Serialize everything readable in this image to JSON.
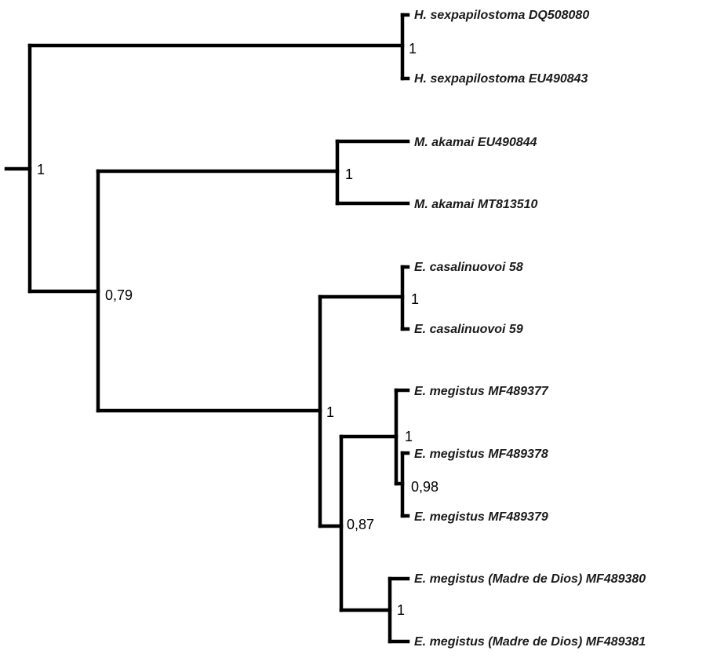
{
  "leaves": [
    {
      "id": "hs1",
      "label": "H. sexpapilostoma DQ508080"
    },
    {
      "id": "hs2",
      "label": "H. sexpapilostoma EU490843"
    },
    {
      "id": "ma1",
      "label": "M. akamai EU490844"
    },
    {
      "id": "ma2",
      "label": "M. akamai MT813510"
    },
    {
      "id": "ec1",
      "label": "E. casalinuovoi 58"
    },
    {
      "id": "ec2",
      "label": "E. casalinuovoi 59"
    },
    {
      "id": "em1",
      "label": "E. megistus MF489377"
    },
    {
      "id": "em2",
      "label": "E. megistus MF489378"
    },
    {
      "id": "em3",
      "label": "E. megistus MF489379"
    },
    {
      "id": "em4",
      "label": "E. megistus (Madre de Dios) MF489380"
    },
    {
      "id": "em5",
      "label": "E. megistus (Madre de Dios) MF489381"
    }
  ],
  "clades": [
    {
      "id": "root",
      "support": "1"
    },
    {
      "id": "hsex",
      "support": "1"
    },
    {
      "id": "rest",
      "support": "0,79"
    },
    {
      "id": "maka",
      "support": "1"
    },
    {
      "id": "eucl",
      "support": "1"
    },
    {
      "id": "ecas",
      "support": "1"
    },
    {
      "id": "emeg",
      "support": "0,87"
    },
    {
      "id": "em123",
      "support": "1"
    },
    {
      "id": "em23",
      "support": "0,98"
    },
    {
      "id": "emmd",
      "support": "1"
    }
  ]
}
